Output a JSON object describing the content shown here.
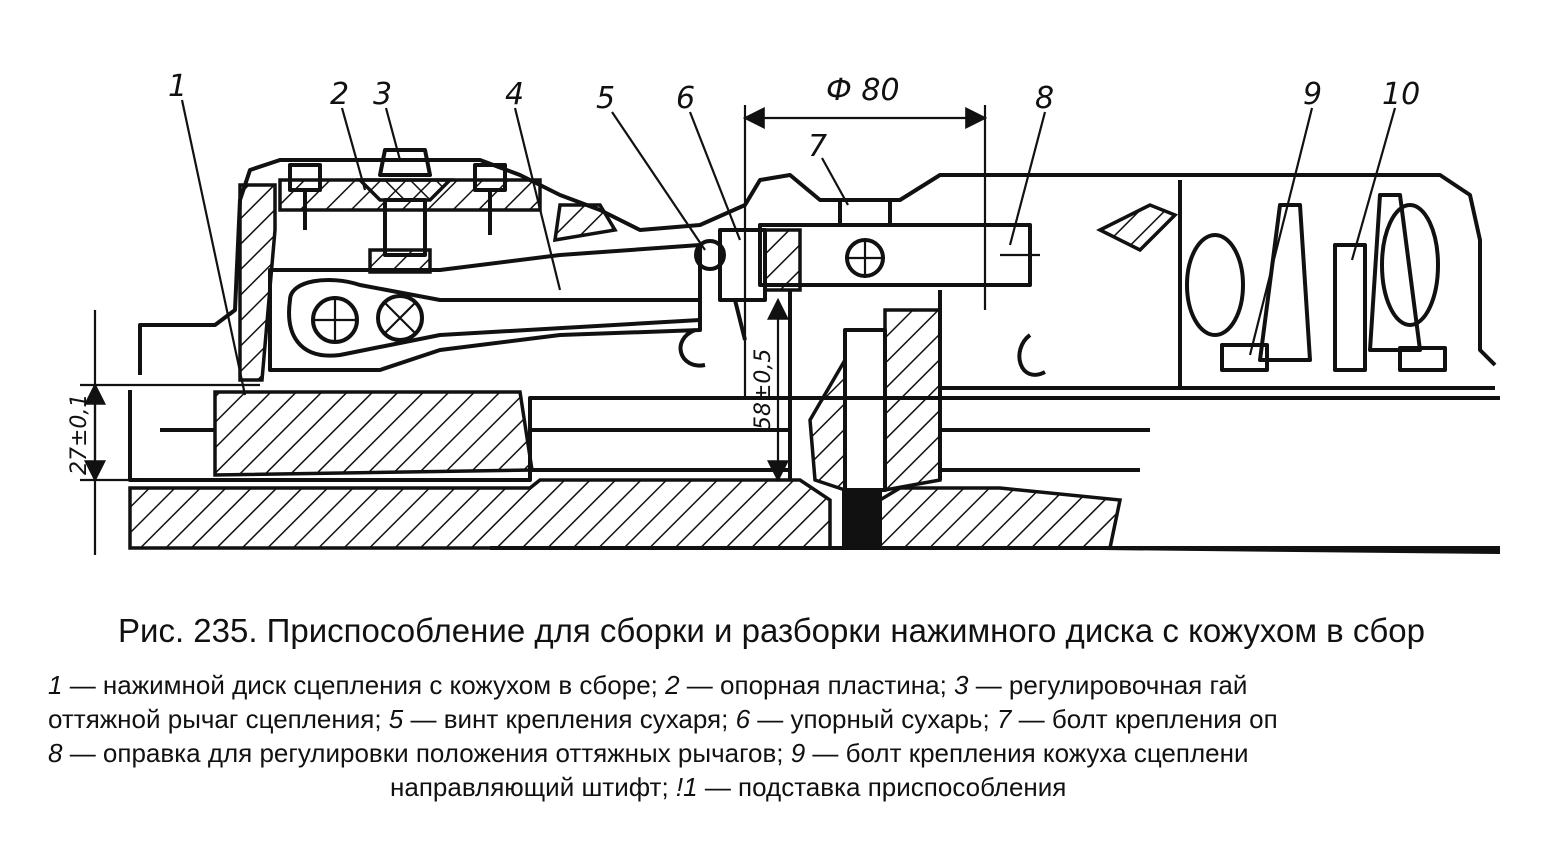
{
  "figure": {
    "callouts": [
      "1",
      "2",
      "3",
      "4",
      "5",
      "6",
      "7",
      "8",
      "9",
      "10"
    ],
    "dimensions": {
      "diameter": "Ф 80",
      "height_left": "27±0,1",
      "height_mid": "58±0,5"
    }
  },
  "caption": {
    "title": "Рис. 235. Приспособление для сборки и разборки нажимного диска с кожухом в сбор",
    "lines": [
      [
        {
          "num": "1",
          "text": " — нажимной диск сцепления с кожухом в сборе; "
        },
        {
          "num": "2",
          "text": " — опорная пластина; "
        },
        {
          "num": "3",
          "text": " — регулировочная гай"
        }
      ],
      [
        {
          "num": "",
          "text": "оттяжной рычаг сцепления; "
        },
        {
          "num": "5",
          "text": " — винт крепления сухаря; "
        },
        {
          "num": "6",
          "text": " — упорный сухарь; "
        },
        {
          "num": "7",
          "text": " — болт крепления оп"
        }
      ],
      [
        {
          "num": "8",
          "text": " — оправка для регулировки положения оттяжных рычагов; "
        },
        {
          "num": "9",
          "text": " — болт крепления кожуха сцеплени"
        }
      ],
      [
        {
          "num": "",
          "text": "направляющий штифт; "
        },
        {
          "num": "!1",
          "text": " — подставка приспособления"
        }
      ]
    ]
  }
}
